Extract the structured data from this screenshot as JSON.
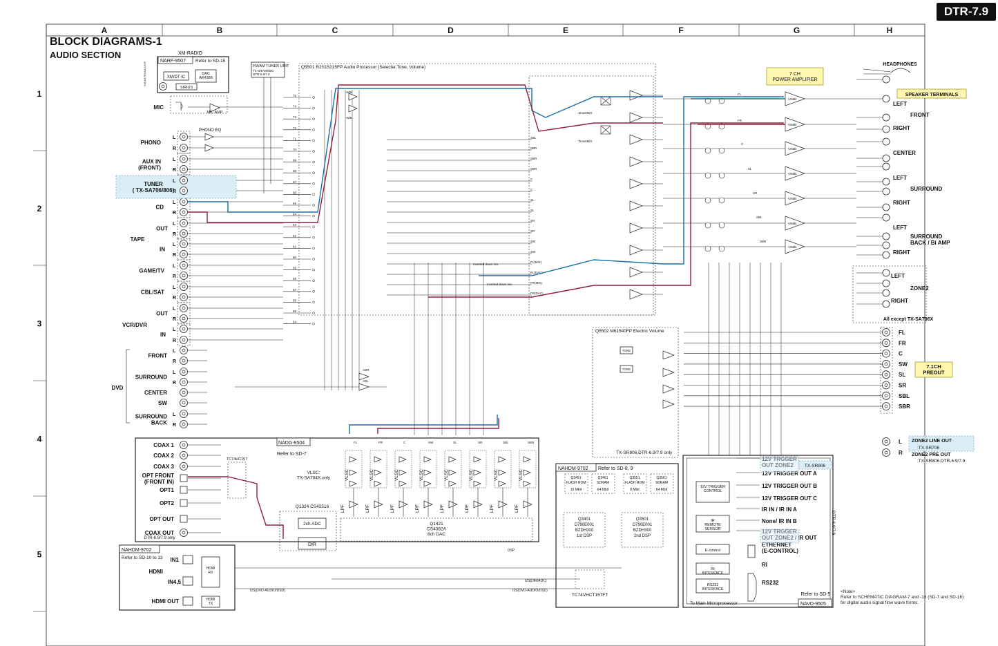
{
  "model": "DTR-7.9",
  "title": "BLOCK DIAGRAMS-1",
  "subtitle": "AUDIO SECTION",
  "columns": [
    "A",
    "B",
    "C",
    "D",
    "E",
    "F",
    "G",
    "H"
  ],
  "rows": [
    "1",
    "2",
    "3",
    "4",
    "5"
  ],
  "left_inputs": [
    {
      "label": "MIC",
      "lr": false
    },
    {
      "label": "PHONO",
      "lr": true
    },
    {
      "label": "AUX IN\n(FRONT)",
      "lr": true
    },
    {
      "label": "TUNER\n( TX-SA706/806)",
      "lr": true
    },
    {
      "label": "CD",
      "lr": true
    },
    {
      "label": "OUT",
      "lr": true
    },
    {
      "label": "IN",
      "lr": true
    },
    {
      "label": "GAME/TV",
      "lr": true
    },
    {
      "label": "CBL/SAT",
      "lr": true
    },
    {
      "label": "OUT",
      "lr": true
    },
    {
      "label": "IN",
      "lr": true
    }
  ],
  "group_labels": {
    "tape": "TAPE",
    "vcr": "VCR/DVR",
    "dvd": "DVD"
  },
  "lr": {
    "l": "L",
    "r": "R"
  },
  "dvd_channels": [
    "FRONT",
    "SURROUND",
    "CENTER",
    "SW",
    "SURROUND\nBACK"
  ],
  "digital_inputs": [
    "COAX 1",
    "COAX 2",
    "COAX 3",
    "OPT FRONT\n(FRONT IN)",
    "OPT1",
    "OPT2",
    "OPT OUT",
    "COAX OUT"
  ],
  "coax_out_note": "DTR-6.9/7.9 only",
  "xm": {
    "title": "XM-RADIO",
    "board": "NARF-9507",
    "refer": "Refer to SD-15",
    "ic": "XM/DT IC",
    "dac": "DAC\nAK4388",
    "sirius": "SIRIUS",
    "antenna": "XM ANTENNA UNIT"
  },
  "mic_amp": "MIC AMP",
  "phono_eq": "PHONO EQ",
  "tuner_unit": {
    "title": "FM/AM TUNER UNIT",
    "models": "TX-SR706/806,\nDTR-6.9/7.9"
  },
  "q5501": "Q5501  R2S15215FP   Audio Processor (Selecter,Tone, Volume)",
  "q5502": "Q5502  M61540FP    Electric Volume",
  "q5502_note": "TX-SR806,DTR-6.9/7.9 only",
  "power_amp": "7 CH\nPOWER AMPLIFIER",
  "gain": "+29dB",
  "headphones": "HEADPHONES",
  "speaker_terminals": "SPEAKER TERMINALS",
  "speakers": [
    "LEFT",
    "FRONT",
    "RIGHT",
    "CENTER",
    "LEFT",
    "SURROUND",
    "RIGHT",
    "LEFT",
    "SURROUND\nBACK / Bi AMP",
    "RIGHT",
    "LEFT",
    "ZONE2",
    "RIGHT"
  ],
  "zone2_note": "All except TX-SA706X",
  "preout_channels": [
    "FL",
    "FR",
    "C",
    "SW",
    "SL",
    "SR",
    "SBL",
    "SBR"
  ],
  "preout_label": "7.1CH\nPREOUT",
  "zone2_line_out": {
    "title": "ZONE2 LINE OUT",
    "sub": ":TX-SR706",
    "title2": "ZONE2 PRE OUT",
    "sub2": ":TX-SR806,DTR-6.9/7.9",
    "l": "L",
    "r": "R"
  },
  "nadg": {
    "board": "NADG-9504",
    "refer": "Refer to SD-7",
    "vlsc_note": "VLSC:\nTX-SA704X only",
    "adc": "2ch ADC",
    "adc_ic": "Q1324 CS42516",
    "dir": "DIR",
    "dac": "Q1421\nCS4382A\n8ch DAC",
    "tc": "TC74HC157",
    "channels": [
      "FL",
      "FR",
      "C",
      "SW",
      "SL",
      "SR",
      "SBL",
      "SBR"
    ],
    "vlsc": "VLSC",
    "lpf": "LPF"
  },
  "nahdm_left": {
    "board": "NAHDM-9702",
    "refer": "Refer to SD-10 to 13",
    "hdmi": "HDMI",
    "in1": "IN1",
    "in45": "IN4,5",
    "out": "HDMI OUT",
    "rx": "HDMI\nRX",
    "tx": "HDMI\nTX"
  },
  "nahdm_right": {
    "board": "NAHDM-9702",
    "refer": "Refer to SD-8, 9",
    "chips": [
      {
        "id": "Q3451",
        "name": "FLASH ROM",
        "size": "16 Mbit"
      },
      {
        "id": "Q3461",
        "name": "SDRAM",
        "size": "64 Mbit"
      },
      {
        "id": "Q3551",
        "name": "FLASH ROM",
        "size": "8 Mbit"
      },
      {
        "id": "Q3561",
        "name": "SDRAM",
        "size": "64 Mbit"
      }
    ],
    "dsp1": "Q3401\nD790E001\nBZDH300\n1st DSP",
    "dsp2": "Q3501\nD790E001\nBZDH300\n2nd DSP",
    "tc": "TC74VHCT157FT"
  },
  "i2s_labels": [
    "I2S(DIR/ADC)",
    "I2S(DVD-AUDIO/DSD)",
    "I2S(DVD-AUDIO/DSD)"
  ],
  "dsp_label": "DSP",
  "navd": {
    "board": "NAVD-9505",
    "refer": "Refer to SD-5",
    "micro": "To Main Microprocessor",
    "model_side": "DTR-6.9/7.9",
    "blocks": [
      "12V TRIGGER\nCONTROL",
      "IR\nREMOTE\nSENSOR",
      "E-control",
      "RI\nINTERFACE",
      "RS232\nINTERFACE"
    ],
    "outputs": [
      "12V TRGGER\nOUT ZONE2",
      "12V TRIGGER OUT A",
      "12V TRIGGER OUT B",
      "12V TRIGGER OUT C",
      "IR IN / IR IN A",
      "None/ IR IN B",
      "12V TRGGER\nOUT ZONE2 / IR OUT",
      "ETHERNET\n(E-CONTROL)",
      "RI",
      "RS232"
    ],
    "tx_sr806": "TX-SR806"
  },
  "note": "<Note>\nRefer to SCHEMATIC DIAGRAM-7 and -16 (SD-7 and SD-16)\nfor digital audio signal flow wave forms.",
  "colors": {
    "blue": "#1a6fa3",
    "red": "#8e1f3a",
    "yellow": "#fff7b0",
    "cyan": "#d9eef7"
  }
}
